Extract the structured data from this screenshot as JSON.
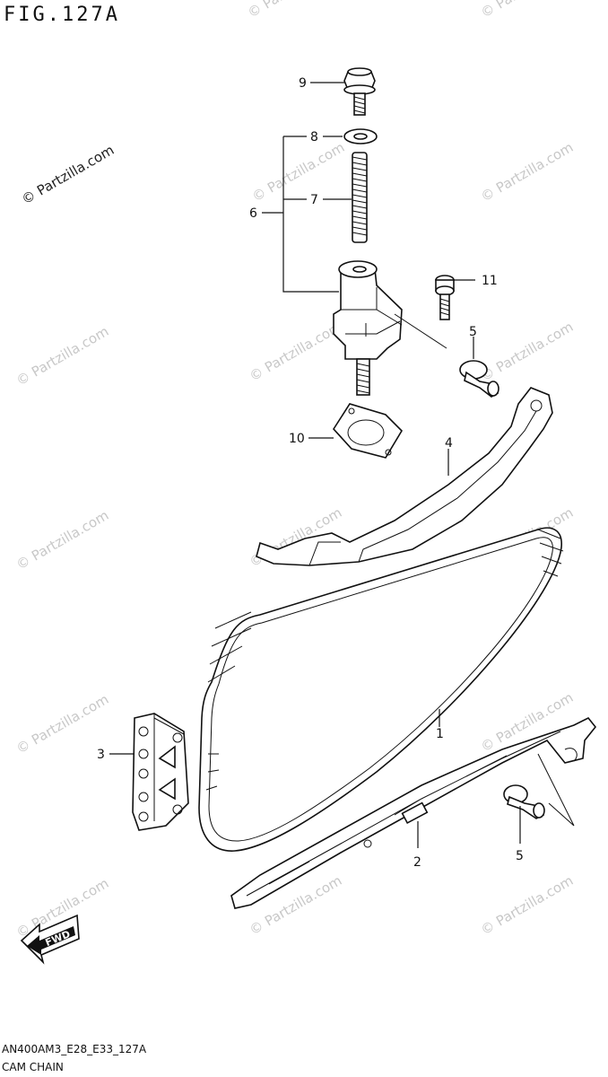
{
  "figure": {
    "title": "FIG.127A",
    "code": "AN400AM3_E28_E33_127A",
    "name": "CAM CHAIN"
  },
  "watermark": {
    "text": "© Partzilla.com",
    "primary_text": "© Partzilla.com"
  },
  "callouts": {
    "c1": "1",
    "c2": "2",
    "c3": "3",
    "c4": "4",
    "c5a": "5",
    "c5b": "5",
    "c6": "6",
    "c7": "7",
    "c8": "8",
    "c9": "9",
    "c10": "10",
    "c11": "11"
  },
  "fwd": {
    "label": "FWD"
  },
  "colors": {
    "line": "#111111",
    "watermark": "#c8c8c8",
    "background": "#ffffff"
  }
}
